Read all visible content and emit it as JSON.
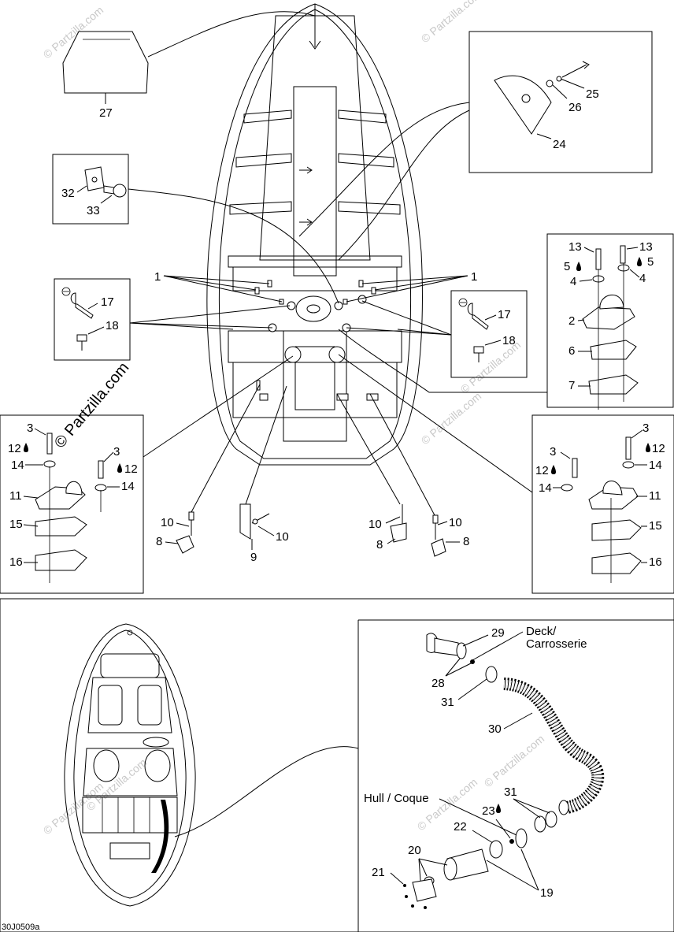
{
  "watermark": "© Partzilla.com",
  "diagram_code": "30J0509a",
  "labels": {
    "l1": "1",
    "l2": "2",
    "l3": "3",
    "l4": "4",
    "l5": "5",
    "l6": "6",
    "l7": "7",
    "l8": "8",
    "l9": "9",
    "l10": "10",
    "l11": "11",
    "l12": "12",
    "l13": "13",
    "l14": "14",
    "l15": "15",
    "l16": "16",
    "l17": "17",
    "l18": "18",
    "l19": "19",
    "l20": "20",
    "l21": "21",
    "l22": "22",
    "l23": "23",
    "l24": "24",
    "l25": "25",
    "l26": "26",
    "l27": "27",
    "l28": "28",
    "l29": "29",
    "l30": "30",
    "l31": "31",
    "l32": "32",
    "l33": "33"
  },
  "deck_label_1": "Deck/",
  "deck_label_2": "Carrosserie",
  "hull_label": "Hull / Coque"
}
